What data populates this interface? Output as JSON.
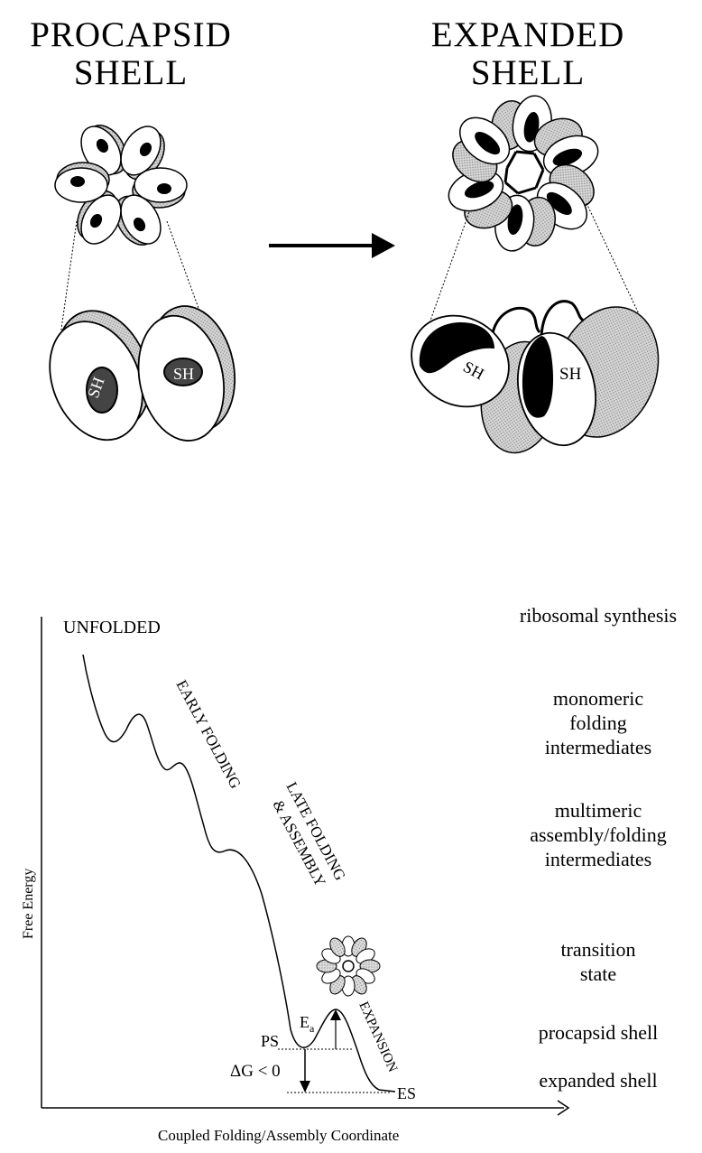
{
  "procapsid": {
    "line1": "PROCAPSID",
    "line2": "SHELL",
    "sh_left": "SH",
    "sh_right": "SH"
  },
  "expanded": {
    "line1": "EXPANDED",
    "line2": "SHELL",
    "sh_left": "SH",
    "sh_right": "SH"
  },
  "plot": {
    "ylabel": "Free Energy",
    "xlabel": "Coupled Folding/Assembly Coordinate",
    "unfolded": "UNFOLDED",
    "early": "EARLY FOLDING",
    "late1": "LATE FOLDING",
    "late2": "& ASSEMBLY",
    "expansion": "EXPANSION",
    "ea": "E",
    "ea_sub": "a",
    "ps": "PS",
    "es": "ES",
    "dg": "ΔG < 0"
  },
  "stages": {
    "s1": "ribosomal synthesis",
    "s2": "monomeric",
    "s3": "folding",
    "s4": "intermediates",
    "s5": "multimeric",
    "s6": "assembly/folding",
    "s7": "intermediates",
    "s8": "transition",
    "s9": "state",
    "s10": "procapsid shell",
    "s11": "expanded shell"
  }
}
